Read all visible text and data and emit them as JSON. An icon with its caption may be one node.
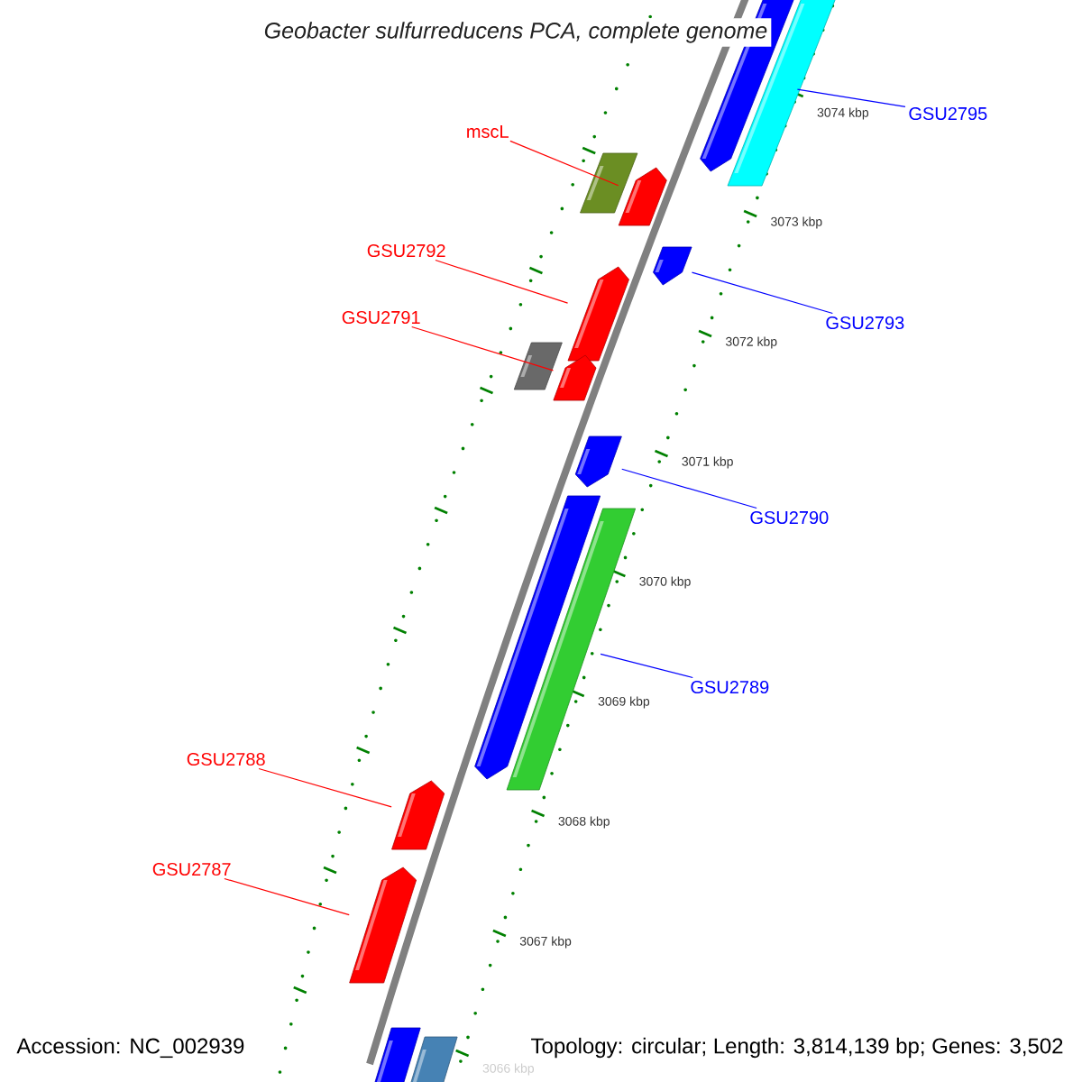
{
  "diagram": {
    "title": "Geobacter sulfurreducens PCA, complete genome",
    "nodes": [
      {
        "text": [
          "GSU2795"
        ]
      },
      {
        "text": [],
        "shape": "bar"
      },
      {
        "text": [
          "mscL"
        ]
      },
      {
        "text": [],
        "shape": "bar"
      },
      {
        "text": [
          "GSU2792"
        ]
      },
      {
        "text": [],
        "shape": "bar"
      },
      {
        "text": [
          "GSU2793"
        ]
      },
      {
        "text": [],
        "shape": "bar"
      },
      {
        "text": [
          "GSU2791"
        ]
      },
      {
        "text": [],
        "shape": "bar"
      },
      {
        "text": [
          "GSU2790"
        ]
      },
      {
        "text": [],
        "shape": "bar"
      },
      {
        "text": [
          "GSU2789"
        ]
      },
      {
        "text": [],
        "shape": "bar"
      },
      {
        "text": [
          "GSU2788"
        ]
      },
      {
        "text": [],
        "shape": "bar"
      },
      {
        "text": [
          "GSU2787"
        ]
      },
      {
        "text": [],
        "shape": "bar"
      }
    ],
    "edges": [
      {
        "from": 0,
        "to": 1,
        "arrow": "none",
        "color": "#0000ff"
      },
      {
        "from": 2,
        "to": 3,
        "arrow": "none"
      },
      {
        "from": 4,
        "to": 5,
        "arrow": "none"
      },
      {
        "from": 6,
        "to": 7,
        "arrow": "none",
        "color": "#0000ff"
      },
      {
        "from": 8,
        "to": 9,
        "arrow": "none"
      },
      {
        "from": 10,
        "to": 11,
        "arrow": "none",
        "color": "#0000ff"
      },
      {
        "from": 12,
        "to": 13,
        "arrow": "none",
        "color": "#0000ff"
      },
      {
        "from": 14,
        "to": 15,
        "arrow": "none"
      },
      {
        "from": 16,
        "to": 17,
        "arrow": "none"
      }
    ],
    "labels": [
      "3074 kbp",
      "3073 kbp",
      "3072 kbp",
      "3071 kbp",
      "3070 kbp",
      "3069 kbp",
      "3068 kbp",
      "3067 kbp",
      "3066 kbp",
      "Accession: NC_002939",
      "Topology: circular; Length: 3,814,139 bp; Genes: 3,502"
    ]
  }
}
